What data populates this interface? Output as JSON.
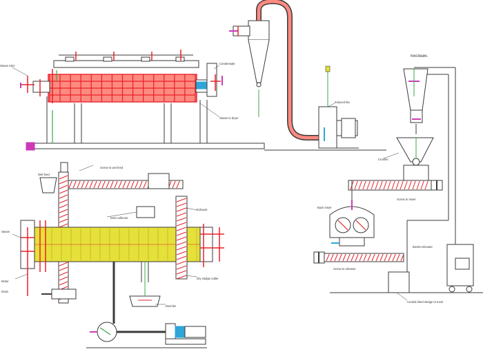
{
  "colors": {
    "line": "#3a3a3a",
    "steam": "#e8202a",
    "air": "#3aa845",
    "product": "#e6e03a",
    "hot": "#ff8a80",
    "water": "#2fa6d8",
    "vent": "#cc3ab8"
  },
  "labels": {
    "top_left": "Steam inlet",
    "top_right": "Condensate",
    "under_dryer": "Steam to dryer",
    "fan": "Induced fan",
    "hopper": "Feed hopper",
    "crusher": "Crusher",
    "screw_feed": "Screw to mixer",
    "mixer": "Back mixer",
    "screw_out": "Screw to elevator",
    "bucket": "Bucket elevator",
    "bottom_right_caption": "Cooled dried sludge to truck",
    "plan_screw": "Screw to wet feed",
    "plan_hopper": "Wet feed",
    "plan_steam": "Steam",
    "plan_dust": "Dust collector",
    "plan_vent": "Exhaust",
    "plan_motor": "Motor",
    "plan_drain": "Drain",
    "plan_outlet": "Dry sludge outlet",
    "plan_bin": "Dust bin"
  },
  "dryer": {
    "top_cells": 14,
    "plan_paddles": 16
  }
}
